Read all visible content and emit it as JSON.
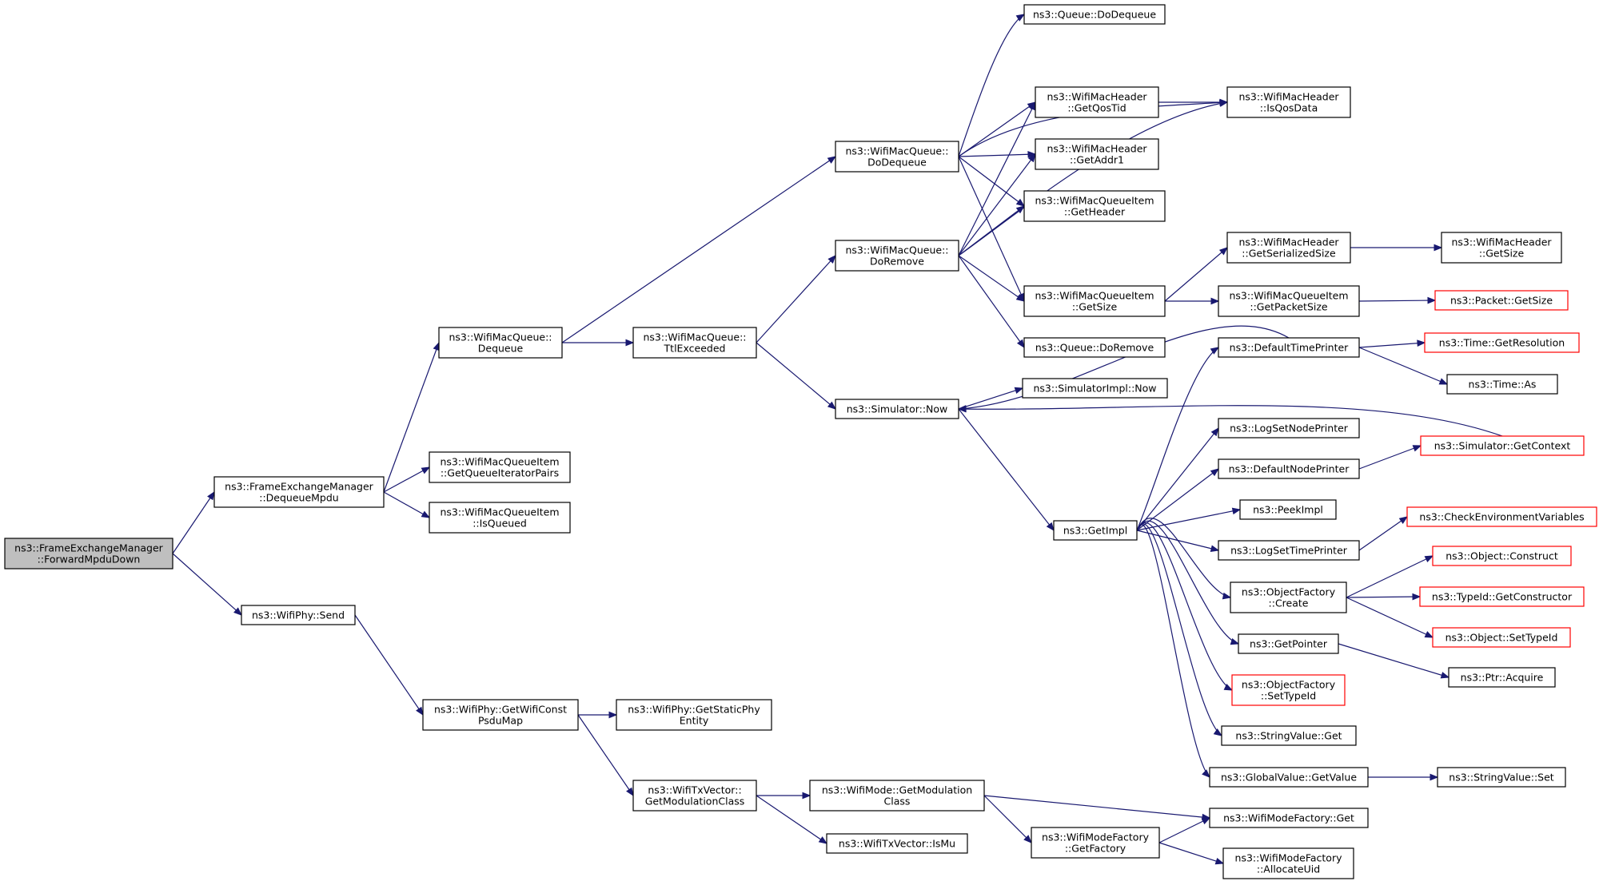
{
  "colors": {
    "edge": "#191970",
    "root_fill": "#bfbfbf",
    "truncated_border": "#ff0000",
    "node_border": "#000000"
  },
  "nodes": [
    {
      "id": "root",
      "lines": [
        "ns3::FrameExchangeManager",
        "::ForwardMpduDown"
      ],
      "root": true
    },
    {
      "id": "dequeueMpdu",
      "lines": [
        "ns3::FrameExchangeManager",
        "::DequeueMpdu"
      ]
    },
    {
      "id": "wifiPhySend",
      "lines": [
        "ns3::WifiPhy::Send"
      ]
    },
    {
      "id": "macQueueDequeue",
      "lines": [
        "ns3::WifiMacQueue::",
        "Dequeue"
      ]
    },
    {
      "id": "getQueueIteratorPairs",
      "lines": [
        "ns3::WifiMacQueueItem",
        "::GetQueueIteratorPairs"
      ]
    },
    {
      "id": "isQueued",
      "lines": [
        "ns3::WifiMacQueueItem",
        "::IsQueued"
      ]
    },
    {
      "id": "getWifiConstPsduMap",
      "lines": [
        "ns3::WifiPhy::GetWifiConst",
        "PsduMap"
      ]
    },
    {
      "id": "ttlExceeded",
      "lines": [
        "ns3::WifiMacQueue::",
        "TtlExceeded"
      ]
    },
    {
      "id": "getStaticPhyEntity",
      "lines": [
        "ns3::WifiPhy::GetStaticPhy",
        "Entity"
      ]
    },
    {
      "id": "getModulationClassTx",
      "lines": [
        "ns3::WifiTxVector::",
        "GetModulationClass"
      ]
    },
    {
      "id": "doDequeue",
      "lines": [
        "ns3::WifiMacQueue::",
        "DoDequeue"
      ]
    },
    {
      "id": "doRemove",
      "lines": [
        "ns3::WifiMacQueue::",
        "DoRemove"
      ]
    },
    {
      "id": "simNow",
      "lines": [
        "ns3::Simulator::Now"
      ]
    },
    {
      "id": "getModulationClassMode",
      "lines": [
        "ns3::WifiMode::GetModulation",
        "Class"
      ]
    },
    {
      "id": "isMu",
      "lines": [
        "ns3::WifiTxVector::IsMu"
      ]
    },
    {
      "id": "queueDoDequeue",
      "lines": [
        "ns3::Queue::DoDequeue"
      ]
    },
    {
      "id": "getQosTid",
      "lines": [
        "ns3::WifiMacHeader",
        "::GetQosTid"
      ]
    },
    {
      "id": "getAddr1",
      "lines": [
        "ns3::WifiMacHeader",
        "::GetAddr1"
      ]
    },
    {
      "id": "getHeader",
      "lines": [
        "ns3::WifiMacQueueItem",
        "::GetHeader"
      ]
    },
    {
      "id": "itemGetSize",
      "lines": [
        "ns3::WifiMacQueueItem",
        "::GetSize"
      ]
    },
    {
      "id": "queueDoRemove",
      "lines": [
        "ns3::Queue::DoRemove"
      ]
    },
    {
      "id": "simImplNow",
      "lines": [
        "ns3::SimulatorImpl::Now"
      ]
    },
    {
      "id": "getImpl",
      "lines": [
        "ns3::GetImpl"
      ]
    },
    {
      "id": "getFactory",
      "lines": [
        "ns3::WifiModeFactory",
        "::GetFactory"
      ]
    },
    {
      "id": "isQosData",
      "lines": [
        "ns3::WifiMacHeader",
        "::IsQosData"
      ]
    },
    {
      "id": "getSerializedSize",
      "lines": [
        "ns3::WifiMacHeader",
        "::GetSerializedSize"
      ]
    },
    {
      "id": "getPacketSize",
      "lines": [
        "ns3::WifiMacQueueItem",
        "::GetPacketSize"
      ]
    },
    {
      "id": "defaultTimePrinter",
      "lines": [
        "ns3::DefaultTimePrinter"
      ]
    },
    {
      "id": "logSetNodePrinter",
      "lines": [
        "ns3::LogSetNodePrinter"
      ]
    },
    {
      "id": "defaultNodePrinter",
      "lines": [
        "ns3::DefaultNodePrinter"
      ]
    },
    {
      "id": "peekImpl",
      "lines": [
        "ns3::PeekImpl"
      ]
    },
    {
      "id": "logSetTimePrinter",
      "lines": [
        "ns3::LogSetTimePrinter"
      ]
    },
    {
      "id": "objectFactoryCreate",
      "lines": [
        "ns3::ObjectFactory",
        "::Create"
      ]
    },
    {
      "id": "getPointer",
      "lines": [
        "ns3::GetPointer"
      ]
    },
    {
      "id": "setTypeId",
      "lines": [
        "ns3::ObjectFactory",
        "::SetTypeId"
      ],
      "truncated": true
    },
    {
      "id": "stringValueGet",
      "lines": [
        "ns3::StringValue::Get"
      ]
    },
    {
      "id": "globalValueGetValue",
      "lines": [
        "ns3::GlobalValue::GetValue"
      ]
    },
    {
      "id": "wifiModeFactoryGet",
      "lines": [
        "ns3::WifiModeFactory::Get"
      ]
    },
    {
      "id": "allocateUid",
      "lines": [
        "ns3::WifiModeFactory",
        "::AllocateUid"
      ]
    },
    {
      "id": "headerGetSize",
      "lines": [
        "ns3::WifiMacHeader",
        "::GetSize"
      ]
    },
    {
      "id": "packetGetSize",
      "lines": [
        "ns3::Packet::GetSize"
      ],
      "truncated": true
    },
    {
      "id": "timeGetResolution",
      "lines": [
        "ns3::Time::GetResolution"
      ],
      "truncated": true
    },
    {
      "id": "timeAs",
      "lines": [
        "ns3::Time::As"
      ]
    },
    {
      "id": "simGetContext",
      "lines": [
        "ns3::Simulator::GetContext"
      ],
      "truncated": true
    },
    {
      "id": "checkEnvVars",
      "lines": [
        "ns3::CheckEnvironmentVariables"
      ],
      "truncated": true
    },
    {
      "id": "objectConstruct",
      "lines": [
        "ns3::Object::Construct"
      ],
      "truncated": true
    },
    {
      "id": "getConstructor",
      "lines": [
        "ns3::TypeId::GetConstructor"
      ],
      "truncated": true
    },
    {
      "id": "objectSetTypeId",
      "lines": [
        "ns3::Object::SetTypeId"
      ],
      "truncated": true
    },
    {
      "id": "ptrAcquire",
      "lines": [
        "ns3::Ptr::Acquire"
      ]
    },
    {
      "id": "stringValueSet",
      "lines": [
        "ns3::StringValue::Set"
      ]
    }
  ],
  "edges": [
    [
      "root",
      "dequeueMpdu"
    ],
    [
      "root",
      "wifiPhySend"
    ],
    [
      "dequeueMpdu",
      "macQueueDequeue"
    ],
    [
      "dequeueMpdu",
      "getQueueIteratorPairs"
    ],
    [
      "dequeueMpdu",
      "isQueued"
    ],
    [
      "macQueueDequeue",
      "doDequeue"
    ],
    [
      "macQueueDequeue",
      "ttlExceeded"
    ],
    [
      "ttlExceeded",
      "doRemove"
    ],
    [
      "ttlExceeded",
      "simNow"
    ],
    [
      "wifiPhySend",
      "getWifiConstPsduMap"
    ],
    [
      "getWifiConstPsduMap",
      "getStaticPhyEntity"
    ],
    [
      "getWifiConstPsduMap",
      "getModulationClassTx"
    ],
    [
      "getModulationClassTx",
      "getModulationClassMode"
    ],
    [
      "getModulationClassTx",
      "isMu"
    ],
    [
      "getModulationClassMode",
      "wifiModeFactoryGet"
    ],
    [
      "getModulationClassMode",
      "getFactory"
    ],
    [
      "getFactory",
      "wifiModeFactoryGet"
    ],
    [
      "getFactory",
      "allocateUid"
    ],
    [
      "doDequeue",
      "queueDoDequeue"
    ],
    [
      "doDequeue",
      "isQosData"
    ],
    [
      "doDequeue",
      "getQosTid"
    ],
    [
      "doDequeue",
      "getAddr1"
    ],
    [
      "doDequeue",
      "getHeader"
    ],
    [
      "doDequeue",
      "itemGetSize"
    ],
    [
      "doRemove",
      "getQosTid"
    ],
    [
      "doRemove",
      "getAddr1"
    ],
    [
      "doRemove",
      "getHeader"
    ],
    [
      "doRemove",
      "isQosData"
    ],
    [
      "doRemove",
      "itemGetSize"
    ],
    [
      "doRemove",
      "queueDoRemove"
    ],
    [
      "getQosTid",
      "isQosData"
    ],
    [
      "itemGetSize",
      "getSerializedSize"
    ],
    [
      "itemGetSize",
      "getPacketSize"
    ],
    [
      "getSerializedSize",
      "headerGetSize"
    ],
    [
      "getPacketSize",
      "packetGetSize"
    ],
    [
      "simNow",
      "simImplNow"
    ],
    [
      "simNow",
      "getImpl"
    ],
    [
      "defaultTimePrinter",
      "simNow"
    ],
    [
      "defaultTimePrinter",
      "timeGetResolution"
    ],
    [
      "defaultTimePrinter",
      "timeAs"
    ],
    [
      "simGetContext",
      "simNow"
    ],
    [
      "getImpl",
      "defaultTimePrinter"
    ],
    [
      "getImpl",
      "logSetNodePrinter"
    ],
    [
      "getImpl",
      "defaultNodePrinter"
    ],
    [
      "getImpl",
      "peekImpl"
    ],
    [
      "getImpl",
      "logSetTimePrinter"
    ],
    [
      "getImpl",
      "objectFactoryCreate"
    ],
    [
      "getImpl",
      "getPointer"
    ],
    [
      "getImpl",
      "setTypeId"
    ],
    [
      "getImpl",
      "stringValueGet"
    ],
    [
      "getImpl",
      "globalValueGetValue"
    ],
    [
      "defaultNodePrinter",
      "simGetContext"
    ],
    [
      "logSetTimePrinter",
      "checkEnvVars"
    ],
    [
      "objectFactoryCreate",
      "objectConstruct"
    ],
    [
      "objectFactoryCreate",
      "getConstructor"
    ],
    [
      "objectFactoryCreate",
      "objectSetTypeId"
    ],
    [
      "getPointer",
      "ptrAcquire"
    ],
    [
      "globalValueGetValue",
      "stringValueSet"
    ]
  ]
}
